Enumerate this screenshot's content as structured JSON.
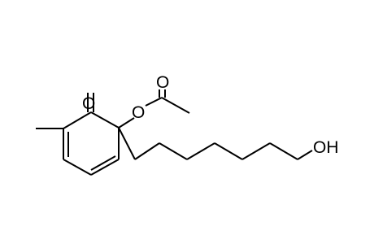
{
  "labels": {
    "ketone_oxygen": "O",
    "ester_oxygen": "O",
    "carbonyl_oxygen": "O",
    "hydroxyl": "OH"
  },
  "colors": {
    "bond": "#000000",
    "text": "#000000",
    "background": "#ffffff"
  }
}
